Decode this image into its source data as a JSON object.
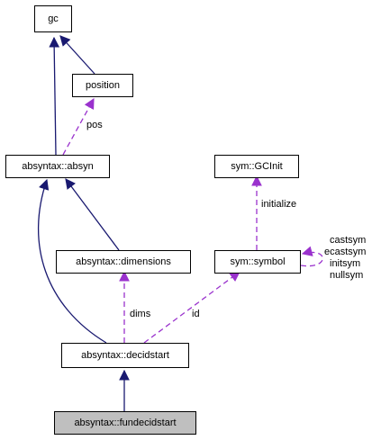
{
  "nodes": {
    "gc": "gc",
    "position": "position",
    "absyn": "absyntax::absyn",
    "gcinit": "sym::GCInit",
    "dimensions": "absyntax::dimensions",
    "symbol": "sym::symbol",
    "decidstart": "absyntax::decidstart",
    "fundecidstart": "absyntax::fundecidstart"
  },
  "edge_labels": {
    "pos": "pos",
    "initialize": "initialize",
    "dims": "dims",
    "id": "id",
    "castsym": "castsym",
    "ecastsym": "ecastsym",
    "initsym": "initsym",
    "nullsym": "nullsym"
  },
  "colors": {
    "inheritance": "#191970",
    "usage": "#9a32cd",
    "highlight_fill": "#bfbfbf"
  }
}
